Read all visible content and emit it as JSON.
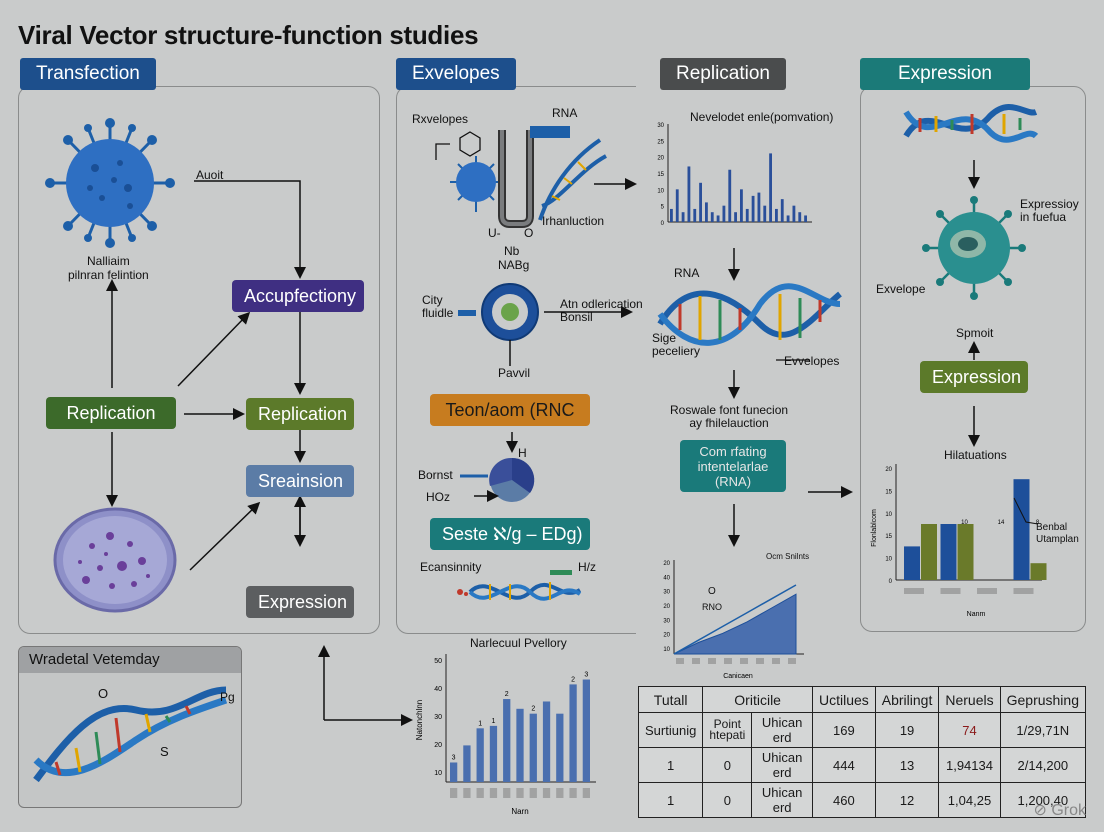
{
  "title": "Viral Vector structure-function studies",
  "headers": {
    "transfection": "Transfection",
    "envelopes": "Exvelopes",
    "replication": "Replication",
    "expression": "Expression"
  },
  "colors": {
    "transfection_hdr": "#1d4f8c",
    "envelopes_hdr": "#1d4f8c",
    "replication_hdr": "#4a4c4d",
    "expression_hdr": "#1b7a78",
    "purple_pill": "#3f2f82",
    "green_pill": "#3c6a2a",
    "olive_pill": "#5c7a2a",
    "slate_pill": "#5b7ca6",
    "gray_pill": "#5c5e60",
    "orange_pill": "#c77c1f",
    "teal_pill": "#1a7a7a"
  },
  "left": {
    "label_auoit": "Auoit",
    "label_virus": "Nalliaim\npilnran felintion",
    "pill_accup": "Accupfectiony",
    "pill_replication_left": "Replication",
    "pill_replication_right": "Replication",
    "pill_sreainsion": "Sreainsion",
    "pill_expression": "Expression",
    "wradetal_title": "Wradetal Vetemday",
    "wradetal_o": "O",
    "wradetal_p": "Pg",
    "wradetal_s": "S"
  },
  "middle": {
    "label_envelopes": "Rxvelopes",
    "label_rna": "RNA",
    "label_transduction": "Irhanluction",
    "label_u": "U-",
    "label_o": "O",
    "label_nb": "Nb",
    "label_nab": "NABg",
    "label_city": "City\nfluidle",
    "label_ata": "Atn odlerication\nBonsil",
    "label_pavil": "Pavvil",
    "pill_teon": "Teon/aom (RNC",
    "label_h": "H",
    "label_bornst": "Bornst",
    "label_hoz": "HOz",
    "pill_seste": "Seste ℵ/g – EDg)",
    "label_ecansinity": "Ecansinnity",
    "label_hz": "H/z"
  },
  "replication_col": {
    "chart_title": "Nevelodet enle(pomvation)",
    "label_rna": "RNA",
    "label_sig": "Sige\npeceliery",
    "label_envelopes": "Evvelopes",
    "label_roswale": "Roswale font funecion\nay fhilelauction",
    "pill_com": "Com rfating\nintentelarlae\n(RNA)",
    "line_title": "Ocm Snilnts",
    "line_o": "O",
    "line_rna": "RNO",
    "line_xlabel": "Canicaen"
  },
  "expression_col": {
    "label_expressiv": "Expressioy\nin fuefua",
    "label_envelope": "Exvelope",
    "label_spmoit": "Spmoit",
    "pill_expression": "Expression",
    "chart_title": "Hilatuations",
    "chart_label": "Benbal\nUtamplan",
    "chart_xlabel": "Nanm",
    "chart_ylabel": "Flonlablcom"
  },
  "bottom_chart": {
    "title": "Narlecuul Pvellory",
    "xlabel": "Narn",
    "ylabel": "Natonchlnn"
  },
  "table": {
    "headers": [
      "Tutall",
      "Oriticile",
      "",
      "Uctilues",
      "Abrilingt",
      "Neruels",
      "Geprushing"
    ],
    "rows": [
      [
        "Surtiunig",
        "Point\nhtepati",
        "Uhican erd",
        "169",
        "19",
        "74",
        "1/29,71N"
      ],
      [
        "1",
        "0",
        "Uhican erd",
        "444",
        "13",
        "1,94134",
        "2/14,200"
      ],
      [
        "1",
        "0",
        "Uhican erd",
        "460",
        "12",
        "1,04,25",
        "1,200,40"
      ]
    ]
  },
  "watermark": "Grok",
  "chart_data": [
    {
      "type": "bar",
      "title": "Nevelodet enle(pomvation)",
      "ylim": [
        0,
        30
      ],
      "yticks": [
        "30",
        "25",
        "20",
        "15",
        "10",
        "5",
        "0"
      ],
      "values": [
        4,
        10,
        3,
        17,
        4,
        12,
        6,
        3,
        2,
        5,
        16,
        3,
        10,
        4,
        8,
        9,
        5,
        21,
        4,
        7,
        2,
        5,
        3,
        2
      ]
    },
    {
      "type": "bar",
      "title": "Narlecuul Pvellory",
      "xlabel": "Narn",
      "ylabel": "Natonchlnn",
      "ylim": [
        0,
        50
      ],
      "yticks": [
        "50",
        "40",
        "30",
        "20",
        "10"
      ],
      "values": [
        8,
        15,
        22,
        23,
        34,
        30,
        28,
        33,
        28,
        40,
        42
      ],
      "data_labels": [
        "3",
        "",
        "1",
        "1",
        "2",
        "",
        "2",
        "",
        "",
        "2",
        "3"
      ]
    },
    {
      "type": "bar",
      "title": "Hilatuations",
      "ylim": [
        0,
        20
      ],
      "yticks": [
        "20",
        "15",
        "10",
        "15",
        "10",
        "0"
      ],
      "series": [
        {
          "name": "",
          "values": [
            6,
            10,
            0,
            18
          ]
        },
        {
          "name": "",
          "values": [
            10,
            10,
            0,
            3
          ]
        }
      ],
      "data_labels": [
        "",
        "10",
        "14",
        "8"
      ]
    },
    {
      "type": "line",
      "title": "Ocm Snilnts",
      "xlabel": "Canicaen",
      "ylim": [
        0,
        40
      ],
      "yticks": [
        "20",
        "40",
        "30",
        "20",
        "30",
        "20",
        "10"
      ],
      "series": [
        {
          "name": "",
          "values": [
            0,
            6,
            12,
            18,
            24,
            30
          ]
        },
        {
          "name": "",
          "values": [
            0,
            5,
            9,
            14,
            20,
            26
          ]
        }
      ]
    }
  ]
}
